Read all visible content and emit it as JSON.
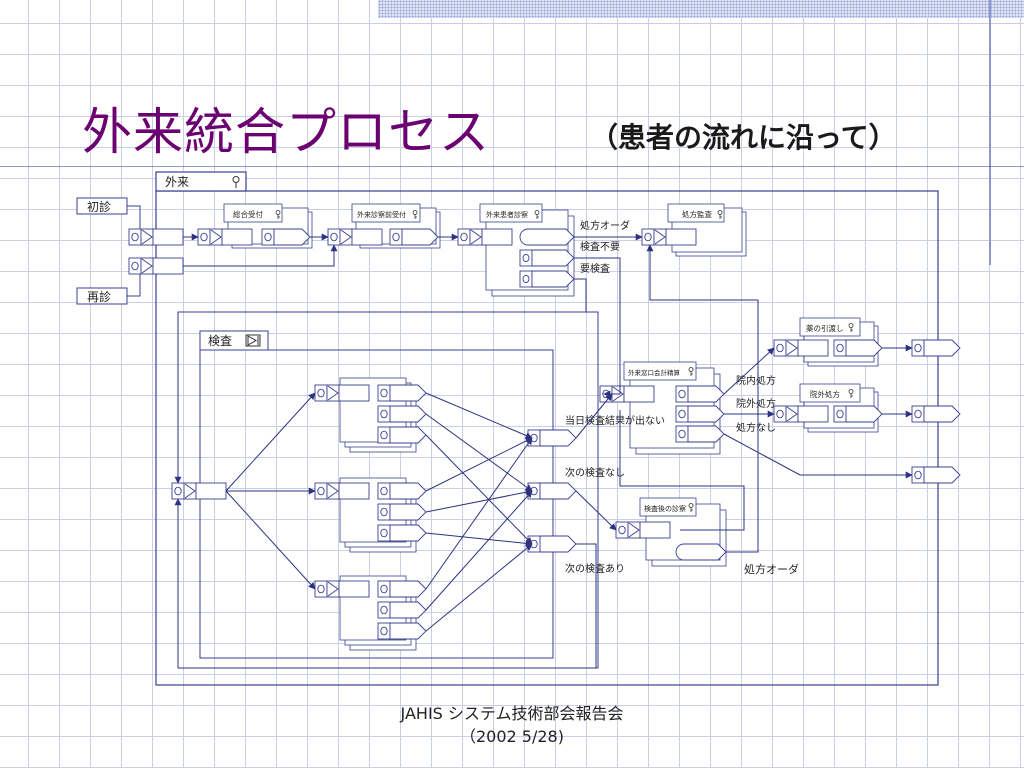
{
  "title": "外来統合プロセス",
  "subtitle": "（患者の流れに沿って）",
  "footer": {
    "line1": "JAHIS システム技術部会報告会",
    "line2": "（2002 5/28)"
  },
  "diagram": {
    "outer_frame_label": "外来",
    "entry_first_visit": "初診",
    "entry_return_visit": "再診",
    "inner_frame_label": "検査",
    "process_reception": "総合受付",
    "process_pre_exam_reception": "外来診察前受付",
    "process_outpatient_exam": "外来患者診察",
    "process_prescription_audit": "処方監査",
    "process_billing": "外来窓口会計精算",
    "process_post_test_exam": "検査後の診察",
    "process_drug_handover": "薬の引渡し",
    "process_outside_prescription": "院外処方",
    "label_prescription_order": "処方オーダ",
    "label_no_test_needed": "検査不要",
    "label_test_needed": "要検査",
    "label_in_house_rx": "院内処方",
    "label_outside_rx": "院外処方",
    "label_no_rx": "処方なし",
    "label_same_day_no_results": "当日検査結果が出ない",
    "label_no_next_test": "次の検査なし",
    "label_next_test": "次の検査あり",
    "label_prescription_order_2": "処方オーダ",
    "colors": {
      "line": "#3a3f8f",
      "title": "#6b0070",
      "grid": "#c9cfe6"
    },
    "icons": [
      "key-icon",
      "play-icon"
    ]
  }
}
